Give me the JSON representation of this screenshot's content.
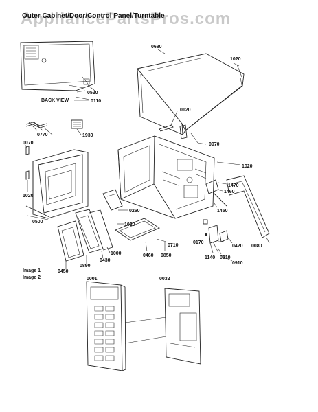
{
  "header": {
    "watermark": "AppliancePartsPros.com",
    "title": "Outer Cabinet/Door/Control Panel/Turntable"
  },
  "captions": {
    "back_view": "BACK VIEW",
    "image1": "Image 1",
    "image2": "Image 2"
  },
  "parts": {
    "p0680": "0680",
    "p1020a": "1020",
    "p0520": "0520",
    "p0110": "0110",
    "p0120": "0120",
    "p0970": "0970",
    "p0770": "0770",
    "p1930": "1930",
    "p0070": "0070",
    "p1020b": "1020",
    "p1470": "1470",
    "p1460": "1460",
    "p1020c": "1020",
    "p0260": "0260",
    "p1450": "1450",
    "p0500": "0500",
    "p1020d": "1020",
    "p0710": "0710",
    "p0170": "0170",
    "p0420": "0420",
    "p0080": "0080",
    "p1000": "1000",
    "p0430": "0430",
    "p0460": "0460",
    "p0850": "0850",
    "p1140": "1140",
    "p0310": "0310",
    "p0910": "0910",
    "p0890": "0890",
    "p0450": "0450",
    "p0001": "0001",
    "p0032": "0032"
  }
}
